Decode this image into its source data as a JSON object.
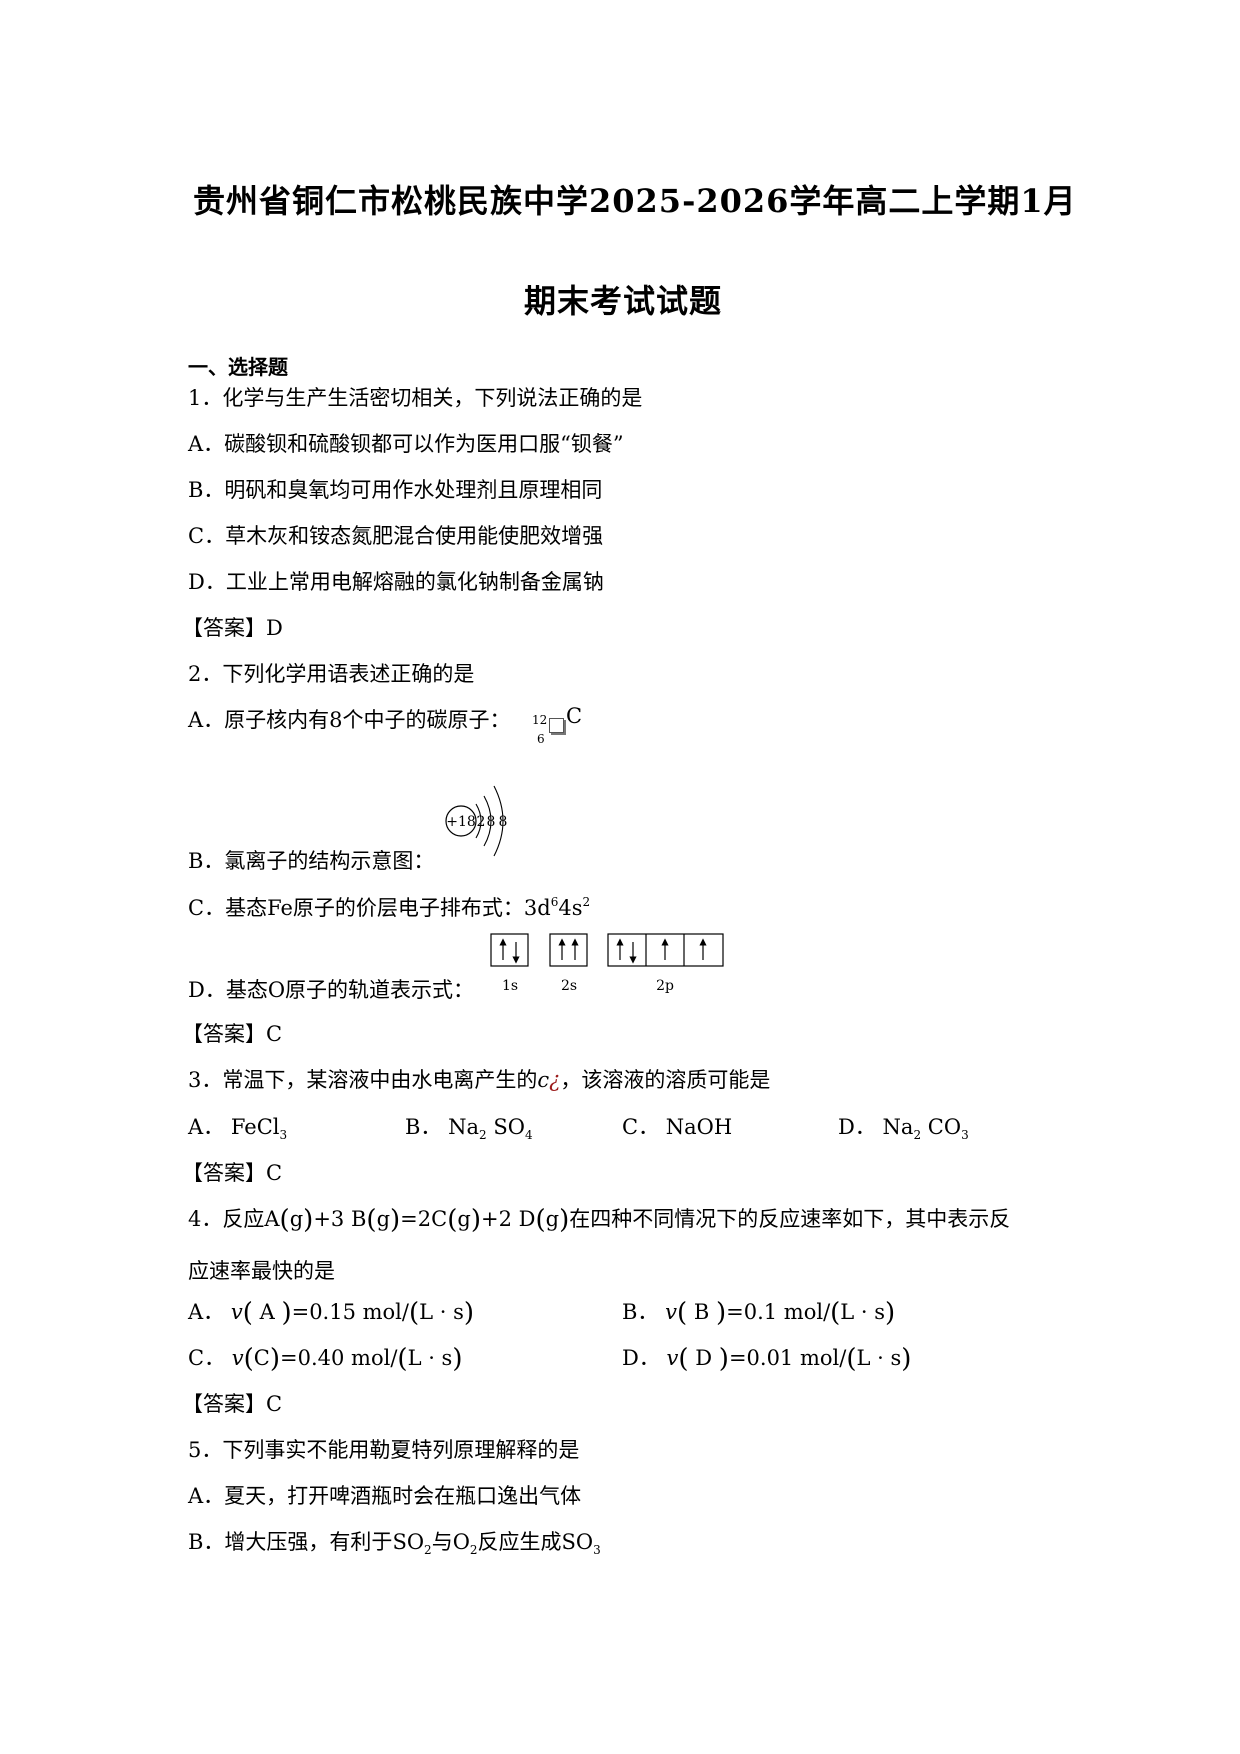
{
  "doc": {
    "title_line1": "贵州省铜仁市松桃民族中学2025-2026学年高二上学期1月",
    "title_line2": "期末考试试题",
    "section1": "一、选择题"
  },
  "q1": {
    "stem": "1．化学与生产生活密切相关，下列说法正确的是",
    "A": "A．碳酸钡和硫酸钡都可以作为医用口服“钡餐”",
    "B": "B．明矾和臭氧均可用作水处理剂且原理相同",
    "C": "C．草木灰和铵态氮肥混合使用能使肥效增强",
    "D": "D．工业上常用电解熔融的氯化钠制备金属钠",
    "answer": "【答案】D"
  },
  "q2": {
    "stem": "2．下列化学用语表述正确的是",
    "A_text": "A．原子核内有8个中子的碳原子：",
    "A_mass": "12",
    "A_num": "6",
    "A_sym": "C",
    "B_text": "B．氯离子的结构示意图：",
    "B_nucleus": "+18",
    "B_shells": [
      "2",
      "8",
      "8"
    ],
    "C_text": "C．基态Fe原子的价层电子排布式：",
    "C_formula_a": "3d",
    "C_sup_a": "6",
    "C_formula_b": "4s",
    "C_sup_b": "2",
    "D_text": "D．基态O原子的轨道表示式：",
    "D_labels": [
      "1s",
      "2s",
      "2p"
    ],
    "answer": "【答案】C"
  },
  "q3": {
    "stem_a": "3．常温下，某溶液中由水电离产生的",
    "stem_c": "c",
    "stem_glyph": "¿",
    "stem_b": "，该溶液的溶质可能是",
    "A_label": "A．",
    "A_f1": "FeCl",
    "A_s1": "3",
    "B_label": "B．",
    "B_f1": "Na",
    "B_s1": "2",
    "B_f2": "SO",
    "B_s2": "4",
    "C_label": "C．",
    "C_f1": "NaOH",
    "D_label": "D．",
    "D_f1": "Na",
    "D_s1": "2",
    "D_f2": "CO",
    "D_s2": "3",
    "answer": "【答案】C"
  },
  "q4": {
    "stem_prefix": "4．反应",
    "stem_suffix": "在四种不同情况下的反应速率如下，其中表示反",
    "stem_line2": "应速率最快的是",
    "eq": {
      "p1": "A",
      "g": "g",
      "plus1": "+3",
      "p2": "B",
      "eq": "=2",
      "p3": "C",
      "plus2": "+2",
      "p4": "D"
    },
    "A_label": "A．",
    "A_sp": "A",
    "A_val": "=0.15 mol/",
    "B_label": "B．",
    "B_sp": "B",
    "B_val": "=0.1 mol/",
    "C_label": "C．",
    "C_sp": "C",
    "C_val": "=0.40 mol/",
    "D_label": "D．",
    "D_sp": "D",
    "D_val": "=0.01 mol/",
    "v": "v",
    "unit": "L · s",
    "answer": "【答案】C"
  },
  "q5": {
    "stem": "5．下列事实不能用勒夏特列原理解释的是",
    "A": "A．夏天，打开啤酒瓶时会在瓶口逸出气体",
    "B_text": "B．增大压强，有利于",
    "B_f1": "SO",
    "B_s1": "2",
    "B_mid": "与",
    "B_f2": "O",
    "B_s2": "2",
    "B_mid2": "反应生成",
    "B_f3": "SO",
    "B_s3": "3"
  }
}
